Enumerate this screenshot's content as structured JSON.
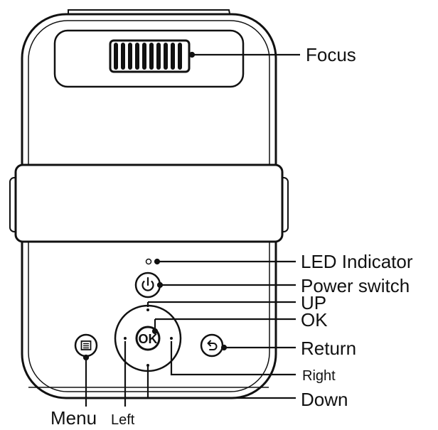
{
  "labels": {
    "focus": "Focus",
    "led": "LED Indicator",
    "power": "Power switch",
    "up": "UP",
    "ok": "OK",
    "return": "Return",
    "right": "Right",
    "down": "Down",
    "menu": "Menu",
    "left": "Left"
  },
  "button_glyphs": {
    "ok": "OK"
  },
  "icons": {
    "power": "power-icon",
    "return": "return-arrow-icon",
    "menu": "menu-icon"
  }
}
